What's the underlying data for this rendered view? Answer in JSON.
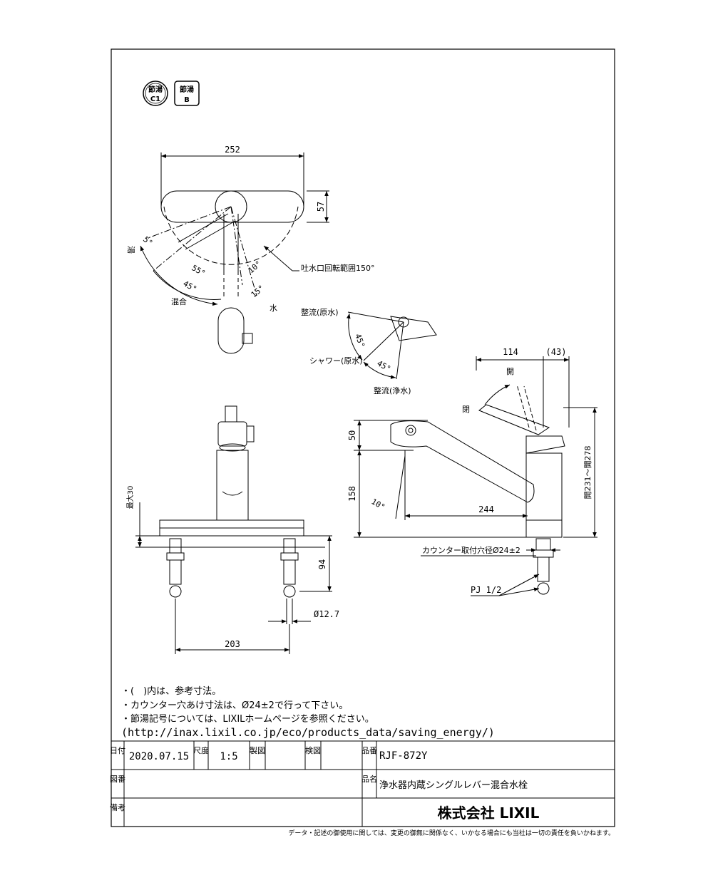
{
  "badges": [
    {
      "line1": "節湯",
      "line2": "C1"
    },
    {
      "line1": "節湯",
      "line2": "B"
    }
  ],
  "top_view": {
    "dim_width": "252",
    "dim_depth": "57",
    "hot": "湯",
    "mixed": "混合",
    "cold": "水",
    "angle_5": "5°",
    "angle_55": "55°",
    "angle_45": "45°",
    "angle_10": "10°",
    "angle_15": "15°",
    "spout_rotation": "吐水口回転範囲150°"
  },
  "shower_view": {
    "rectified_raw": "整流(原水)",
    "shower_raw": "シャワー(原水)",
    "rectified_pure": "整流(浄水)",
    "angle_45a": "45°",
    "angle_45b": "45°"
  },
  "side_view": {
    "dim_114": "114",
    "dim_43": "(43)",
    "open_label": "開",
    "close_label": "閉",
    "dim_50": "50",
    "dim_158": "158",
    "dim_244": "244",
    "angle_10": "10°",
    "dim_height": "開231～開278",
    "counter_hole": "カウンター取付穴径Ø24±2",
    "pj": "PJ 1/2"
  },
  "front_view": {
    "max30": "最大30",
    "dim_94": "94",
    "dim_127": "Ø12.7",
    "dim_203": "203"
  },
  "notes": [
    "・(　)内は、参考寸法。",
    "・カウンター穴あけ寸法は、Ø24±2で行って下さい。",
    "・節湯記号については、LIXILホームページを参照ください。"
  ],
  "url": "(http://inax.lixil.co.jp/eco/products_data/saving_energy/)",
  "title_block": {
    "date_label": "日付",
    "date_value": "2020.07.15",
    "scale_label": "尺度",
    "scale_value": "1:5",
    "drawn_label": "製図",
    "checked_label": "検図",
    "product_no_label": "品番",
    "product_no_value": "RJF-872Y",
    "drawing_no_label": "図番",
    "product_name_label": "品名",
    "product_name_value": "浄水器内蔵シングルレバー混合水栓",
    "remarks_label": "備考",
    "company": "株式会社 LIXIL"
  },
  "disclaimer": "データ・記述の御使用に関しては、変更の御無に関係なく、いかなる場合にも当社は一切の責任を負いかねます。"
}
